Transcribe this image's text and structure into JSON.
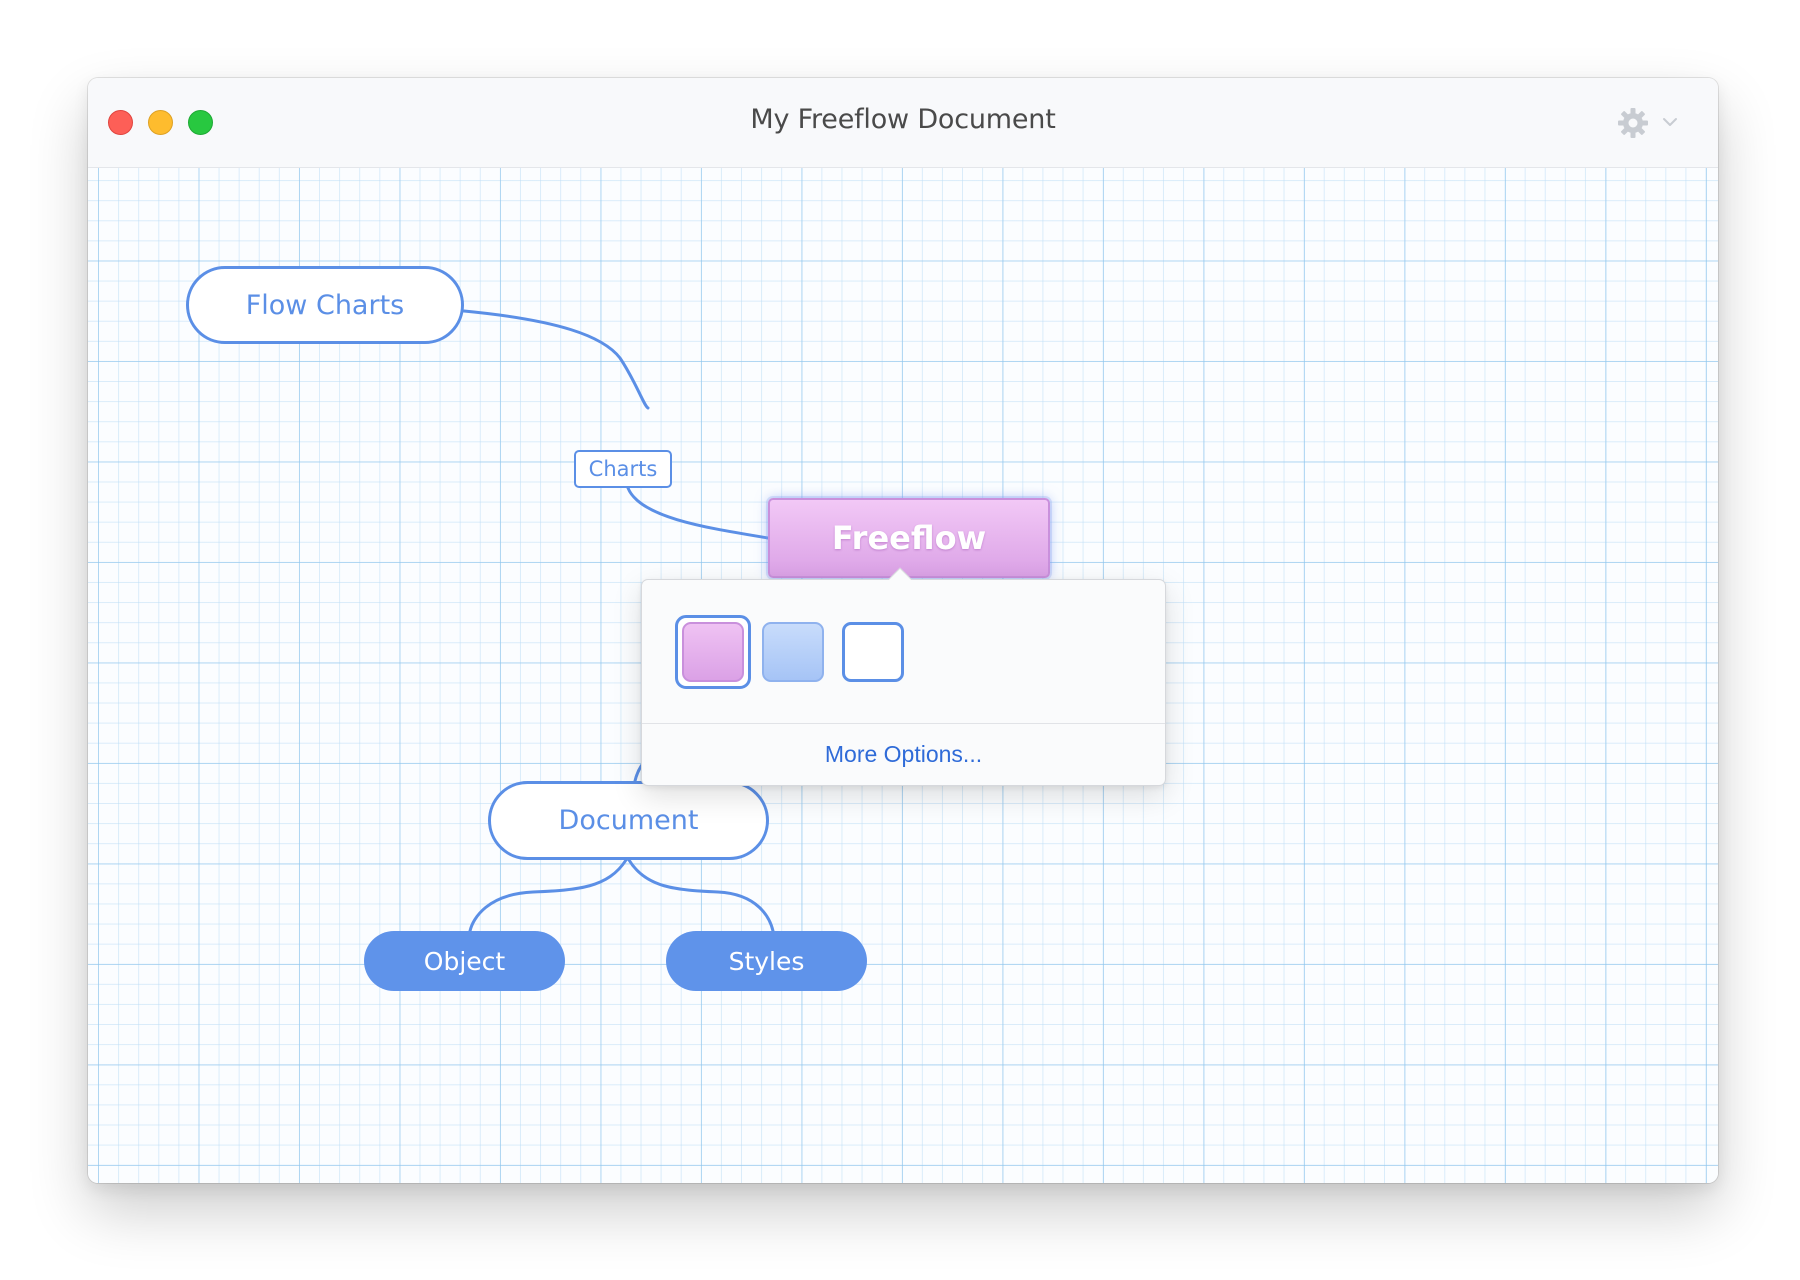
{
  "window": {
    "title": "My Freeflow Document",
    "controls": [
      "close",
      "minimize",
      "maximize"
    ],
    "settings_icon": "gear-icon",
    "settings_dropdown_icon": "chevron-down-icon"
  },
  "canvas": {
    "nodes": {
      "flow_charts": "Flow Charts",
      "freeflow": "Freeflow",
      "document": "Document",
      "object": "Object",
      "styles": "Styles"
    },
    "edge_labels": {
      "charts": "Charts"
    }
  },
  "popover": {
    "swatches": [
      {
        "name": "pink",
        "selected": true,
        "color": "#e6b3f0"
      },
      {
        "name": "blue",
        "selected": false,
        "color": "#b7d0f9"
      },
      {
        "name": "white",
        "selected": false,
        "color": "#ffffff"
      }
    ],
    "more_options": "More Options..."
  },
  "colors": {
    "accent": "#5b8fe6",
    "node_filled": "#5f93ea",
    "freeflow_pink": "#e6b3f0",
    "link": "#2f6bd8"
  }
}
